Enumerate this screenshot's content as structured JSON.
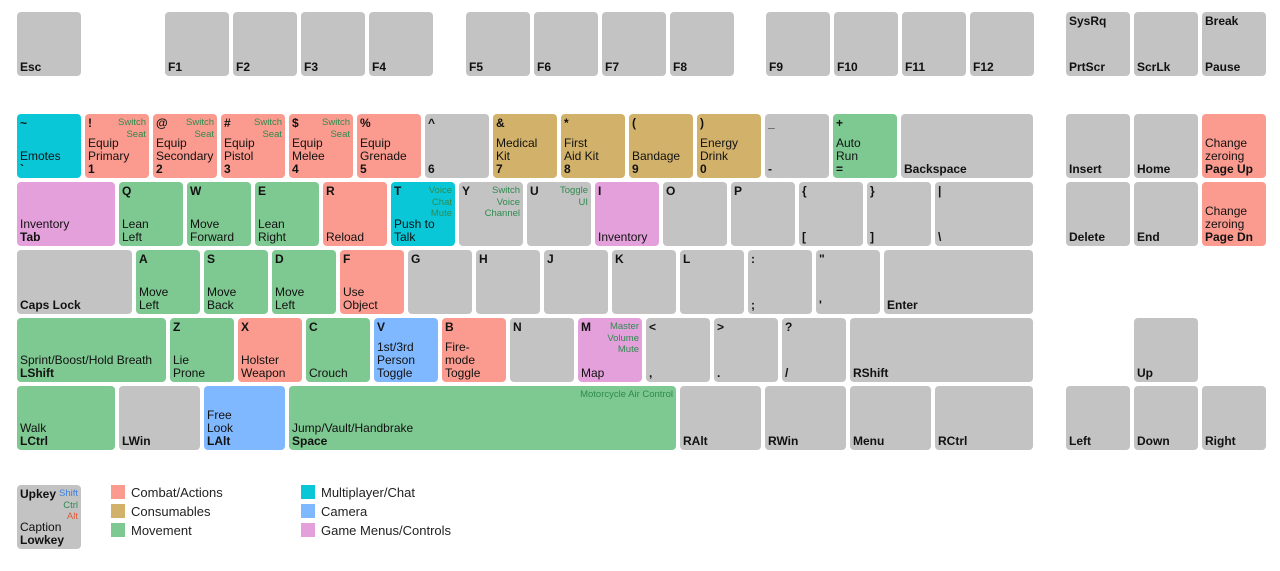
{
  "colors": {
    "combat": "#fb9b8f",
    "consumables": "#d2b26b",
    "movement": "#7ec891",
    "multiplayer": "#0ac7d8",
    "camera": "#80b8ff",
    "menus": "#e3a0db",
    "default": "#c3c3c3",
    "shift": "#3d7fe0",
    "ctrl": "#2e8b4f",
    "alt": "#e05a3a"
  },
  "keys": [
    {
      "id": "esc",
      "low": "Esc"
    },
    {
      "id": "f1",
      "low": "F1"
    },
    {
      "id": "f2",
      "low": "F2"
    },
    {
      "id": "f3",
      "low": "F3"
    },
    {
      "id": "f4",
      "low": "F4"
    },
    {
      "id": "f5",
      "low": "F5"
    },
    {
      "id": "f6",
      "low": "F6"
    },
    {
      "id": "f7",
      "low": "F7"
    },
    {
      "id": "f8",
      "low": "F8"
    },
    {
      "id": "f9",
      "low": "F9"
    },
    {
      "id": "f10",
      "low": "F10"
    },
    {
      "id": "f11",
      "low": "F11"
    },
    {
      "id": "f12",
      "low": "F12"
    },
    {
      "id": "prtscr",
      "up": "SysRq",
      "low": "PrtScr"
    },
    {
      "id": "scrlk",
      "low": "ScrLk"
    },
    {
      "id": "pause",
      "up": "Break",
      "low": "Pause"
    },
    {
      "id": "tilde",
      "up": "~",
      "caption": "Emotes",
      "low": "`",
      "cat": "multiplayer"
    },
    {
      "id": "1",
      "up": "!",
      "caption": "Equip\nPrimary",
      "low": "1",
      "ctrl": "Switch\nSeat",
      "cat": "combat"
    },
    {
      "id": "2",
      "up": "@",
      "caption": "Equip\nSecondary",
      "low": "2",
      "ctrl": "Switch\nSeat",
      "cat": "combat"
    },
    {
      "id": "3",
      "up": "#",
      "caption": "Equip\nPistol",
      "low": "3",
      "ctrl": "Switch\nSeat",
      "cat": "combat"
    },
    {
      "id": "4",
      "up": "$",
      "caption": "Equip\nMelee",
      "low": "4",
      "ctrl": "Switch\nSeat",
      "cat": "combat"
    },
    {
      "id": "5",
      "up": "%",
      "caption": "Equip\nGrenade",
      "low": "5",
      "cat": "combat"
    },
    {
      "id": "6",
      "up": "^",
      "low": "6"
    },
    {
      "id": "7",
      "up": "&",
      "caption": "Medical\nKit",
      "low": "7",
      "cat": "consumables"
    },
    {
      "id": "8",
      "up": "*",
      "caption": "First\nAid Kit",
      "low": "8",
      "cat": "consumables"
    },
    {
      "id": "9",
      "up": "(",
      "caption": "Bandage",
      "low": "9",
      "cat": "consumables"
    },
    {
      "id": "0",
      "up": ")",
      "caption": "Energy\nDrink",
      "low": "0",
      "cat": "consumables"
    },
    {
      "id": "minus",
      "up": "_",
      "low": "-"
    },
    {
      "id": "equals",
      "up": "+",
      "caption": "Auto\nRun",
      "low": "=",
      "cat": "movement"
    },
    {
      "id": "backspace",
      "low": "Backspace"
    },
    {
      "id": "insert",
      "low": "Insert"
    },
    {
      "id": "home",
      "low": "Home"
    },
    {
      "id": "pageup",
      "caption": "Change\nzeroing",
      "low": "Page Up",
      "cat": "combat"
    },
    {
      "id": "tab",
      "caption": "Inventory",
      "low": "Tab",
      "cat": "menus"
    },
    {
      "id": "q",
      "up": "Q",
      "caption": "Lean\nLeft",
      "cat": "movement"
    },
    {
      "id": "w",
      "up": "W",
      "caption": "Move\nForward",
      "cat": "movement"
    },
    {
      "id": "e",
      "up": "E",
      "caption": "Lean\nRight",
      "cat": "movement"
    },
    {
      "id": "r",
      "up": "R",
      "caption": "Reload",
      "cat": "combat"
    },
    {
      "id": "t",
      "up": "T",
      "caption": "Push to\nTalk",
      "ctrl": "Voice\nChat\nMute",
      "cat": "multiplayer"
    },
    {
      "id": "y",
      "up": "Y",
      "ctrl": "Switch\nVoice\nChannel"
    },
    {
      "id": "u",
      "up": "U",
      "ctrl": "Toggle\nUI"
    },
    {
      "id": "i",
      "up": "I",
      "caption": "Inventory",
      "cat": "menus"
    },
    {
      "id": "o",
      "up": "O"
    },
    {
      "id": "p",
      "up": "P"
    },
    {
      "id": "lbracket",
      "up": "{",
      "low": "["
    },
    {
      "id": "rbracket",
      "up": "}",
      "low": "]"
    },
    {
      "id": "backslash",
      "up": "|",
      "low": "\\"
    },
    {
      "id": "delete",
      "low": "Delete"
    },
    {
      "id": "end",
      "low": "End"
    },
    {
      "id": "pagedown",
      "caption": "Change\nzeroing",
      "low": "Page Dn",
      "cat": "combat"
    },
    {
      "id": "capslock",
      "low": "Caps Lock"
    },
    {
      "id": "a",
      "up": "A",
      "caption": "Move\nLeft",
      "cat": "movement"
    },
    {
      "id": "s",
      "up": "S",
      "caption": "Move\nBack",
      "cat": "movement"
    },
    {
      "id": "d",
      "up": "D",
      "caption": "Move\nLeft",
      "cat": "movement"
    },
    {
      "id": "f",
      "up": "F",
      "caption": "Use\nObject",
      "cat": "combat"
    },
    {
      "id": "g",
      "up": "G"
    },
    {
      "id": "h",
      "up": "H"
    },
    {
      "id": "j",
      "up": "J"
    },
    {
      "id": "k",
      "up": "K"
    },
    {
      "id": "l",
      "up": "L"
    },
    {
      "id": "semicolon",
      "up": ":",
      "low": ";"
    },
    {
      "id": "quote",
      "up": "\"",
      "low": "'"
    },
    {
      "id": "enter",
      "low": "Enter"
    },
    {
      "id": "lshift",
      "caption": "Sprint/Boost/Hold Breath",
      "low": "LShift",
      "cat": "movement"
    },
    {
      "id": "z",
      "up": "Z",
      "caption": "Lie\nProne",
      "cat": "movement"
    },
    {
      "id": "x",
      "up": "X",
      "caption": "Holster\nWeapon",
      "cat": "combat"
    },
    {
      "id": "c",
      "up": "C",
      "caption": "Crouch",
      "cat": "movement"
    },
    {
      "id": "v",
      "up": "V",
      "caption": "1st/3rd\nPerson\nToggle",
      "cat": "camera"
    },
    {
      "id": "b",
      "up": "B",
      "caption": "Fire-\nmode\nToggle",
      "cat": "combat"
    },
    {
      "id": "n",
      "up": "N"
    },
    {
      "id": "m",
      "up": "M",
      "caption": "Map",
      "ctrl": "Master\nVolume\nMute",
      "cat": "menus"
    },
    {
      "id": "comma",
      "up": "<",
      "low": ","
    },
    {
      "id": "period",
      "up": ">",
      "low": "."
    },
    {
      "id": "slash",
      "up": "?",
      "low": "/"
    },
    {
      "id": "rshift",
      "low": "RShift"
    },
    {
      "id": "up",
      "low": "Up"
    },
    {
      "id": "lctrl",
      "caption": "Walk",
      "low": "LCtrl",
      "cat": "movement"
    },
    {
      "id": "lwin",
      "low": "LWin"
    },
    {
      "id": "lalt",
      "caption": "Free\nLook",
      "low": "LAlt",
      "cat": "camera"
    },
    {
      "id": "space",
      "caption": "Jump/Vault/Handbrake",
      "low": "Space",
      "ctrl": "Motorcycle Air Control",
      "cat": "movement"
    },
    {
      "id": "ralt",
      "low": "RAlt"
    },
    {
      "id": "rwin",
      "low": "RWin"
    },
    {
      "id": "menu",
      "low": "Menu"
    },
    {
      "id": "rctrl",
      "low": "RCtrl"
    },
    {
      "id": "left",
      "low": "Left"
    },
    {
      "id": "down",
      "low": "Down"
    },
    {
      "id": "right",
      "low": "Right"
    }
  ],
  "legend": {
    "sample": {
      "upkey": "Upkey",
      "shift": "Shift",
      "ctrl": "Ctrl",
      "alt": "Alt",
      "caption": "Caption",
      "lowkey": "Lowkey"
    },
    "items": [
      {
        "cat": "combat",
        "label": "Combat/Actions"
      },
      {
        "cat": "consumables",
        "label": "Consumables"
      },
      {
        "cat": "movement",
        "label": "Movement"
      },
      {
        "cat": "multiplayer",
        "label": "Multiplayer/Chat"
      },
      {
        "cat": "camera",
        "label": "Camera"
      },
      {
        "cat": "menus",
        "label": "Game Menus/Controls"
      }
    ]
  }
}
